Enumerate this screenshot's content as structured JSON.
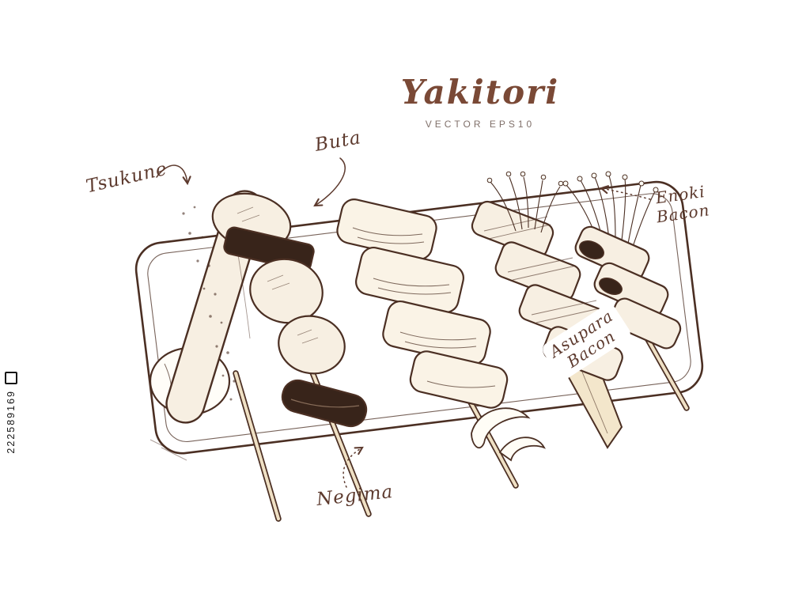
{
  "artwork": {
    "title": "Yakitori",
    "subtitle": "VECTOR EPS10",
    "style": "hand-drawn sketch of yakitori skewers on a wooden plate"
  },
  "labels": {
    "tsukune": "Tsukune",
    "buta": "Buta",
    "negima": "Negima",
    "enoki_lines": [
      "Enoki",
      "Bacon"
    ],
    "asupara_lines": [
      "Asupara",
      "Bacon"
    ]
  },
  "watermark": {
    "id": "222589169"
  },
  "colors": {
    "ink": "#4b2f23",
    "title_brown": "#7a4936",
    "script_brown": "#5d3a2e",
    "subtitle_gray": "#80706a",
    "charred_dark": "#38241a",
    "stick_tan": "#efe0c4",
    "paper": "#ffffff"
  }
}
